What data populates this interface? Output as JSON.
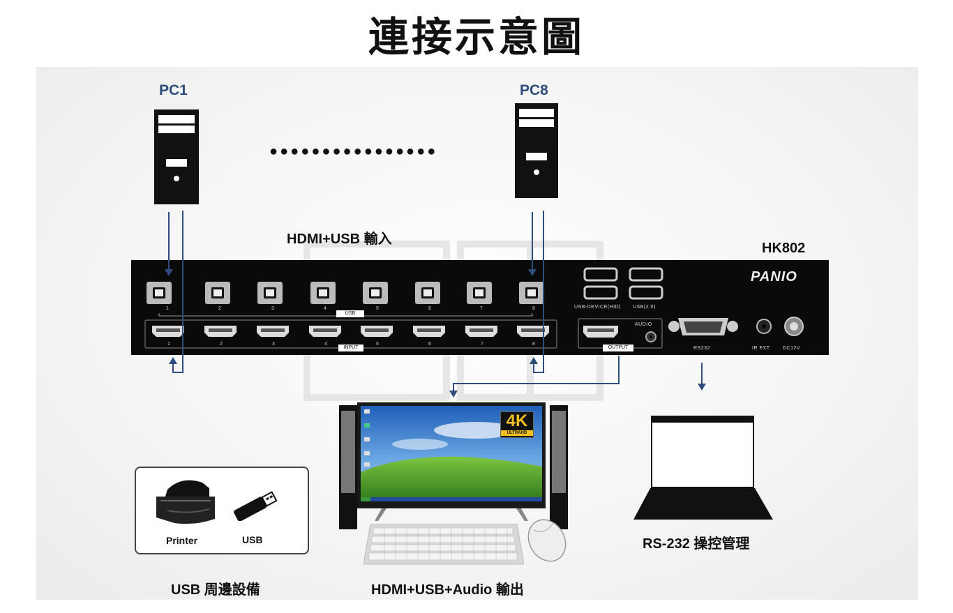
{
  "title": "連接示意圖",
  "pcs": {
    "pc1_label": "PC1",
    "pc8_label": "PC8",
    "dots": "●●●●●●●●●●●●●●●●"
  },
  "input_label": "HDMI+USB 輸入",
  "model": "HK802",
  "brand": "PANIO",
  "kvm": {
    "usb_ports": [
      "1",
      "2",
      "3",
      "4",
      "5",
      "6",
      "7",
      "8"
    ],
    "hdmi_ports": [
      "1",
      "2",
      "3",
      "4",
      "5",
      "6",
      "7",
      "8"
    ],
    "usb_group_label": "USB",
    "input_group_label": "INPUT",
    "output_label": "OUTPUT",
    "audio_label": "AUDIO",
    "usb_device_label": "USB-DEVICE(HID)",
    "usb2_label": "USB(2.0)",
    "rs232_port_label": "RS232",
    "irext_label": "IR EXT",
    "dc_label": "DC12V"
  },
  "monitor_badge": {
    "big": "4K",
    "small": "ULTRAHD"
  },
  "usb_box": {
    "printer_label": "Printer",
    "usb_label": "USB"
  },
  "captions": {
    "usb_peripherals": "USB 周邊設備",
    "output": "HDMI+USB+Audio 輸出",
    "rs232_control": "RS-232 操控管理"
  },
  "colors": {
    "arrow": "#2d4d7c",
    "device": "#111111",
    "accent": "#2d4d7c"
  }
}
